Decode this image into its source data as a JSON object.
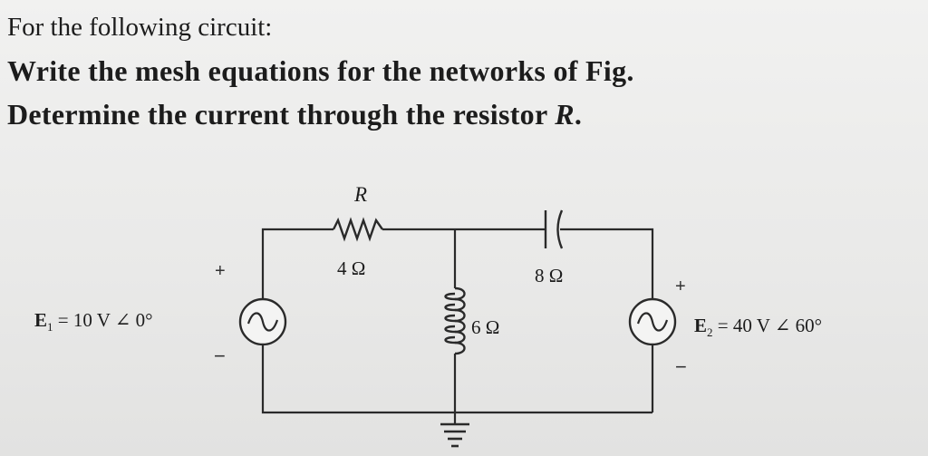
{
  "question": {
    "intro": "For the following circuit:",
    "line1": "Write the mesh equations for the networks of Fig.",
    "line2_main": "Determine the current through the resistor ",
    "line2_var": "R",
    "line2_end": "."
  },
  "circuit": {
    "resistor_name": "R",
    "resistor_value": "4 Ω",
    "capacitor_value": "8 Ω",
    "inductor_value": "6 Ω",
    "source1": {
      "label": "E",
      "sub": "1",
      "value": " = 10 V ∠ 0°",
      "plus": "+",
      "minus": "−"
    },
    "source2": {
      "label": "E",
      "sub": "2",
      "value": " = 40 V  ∠  60°",
      "plus": "+",
      "minus": "−"
    }
  },
  "colors": {
    "wire": "#2a2a2a",
    "resistor_label": "#3a4f7a"
  }
}
